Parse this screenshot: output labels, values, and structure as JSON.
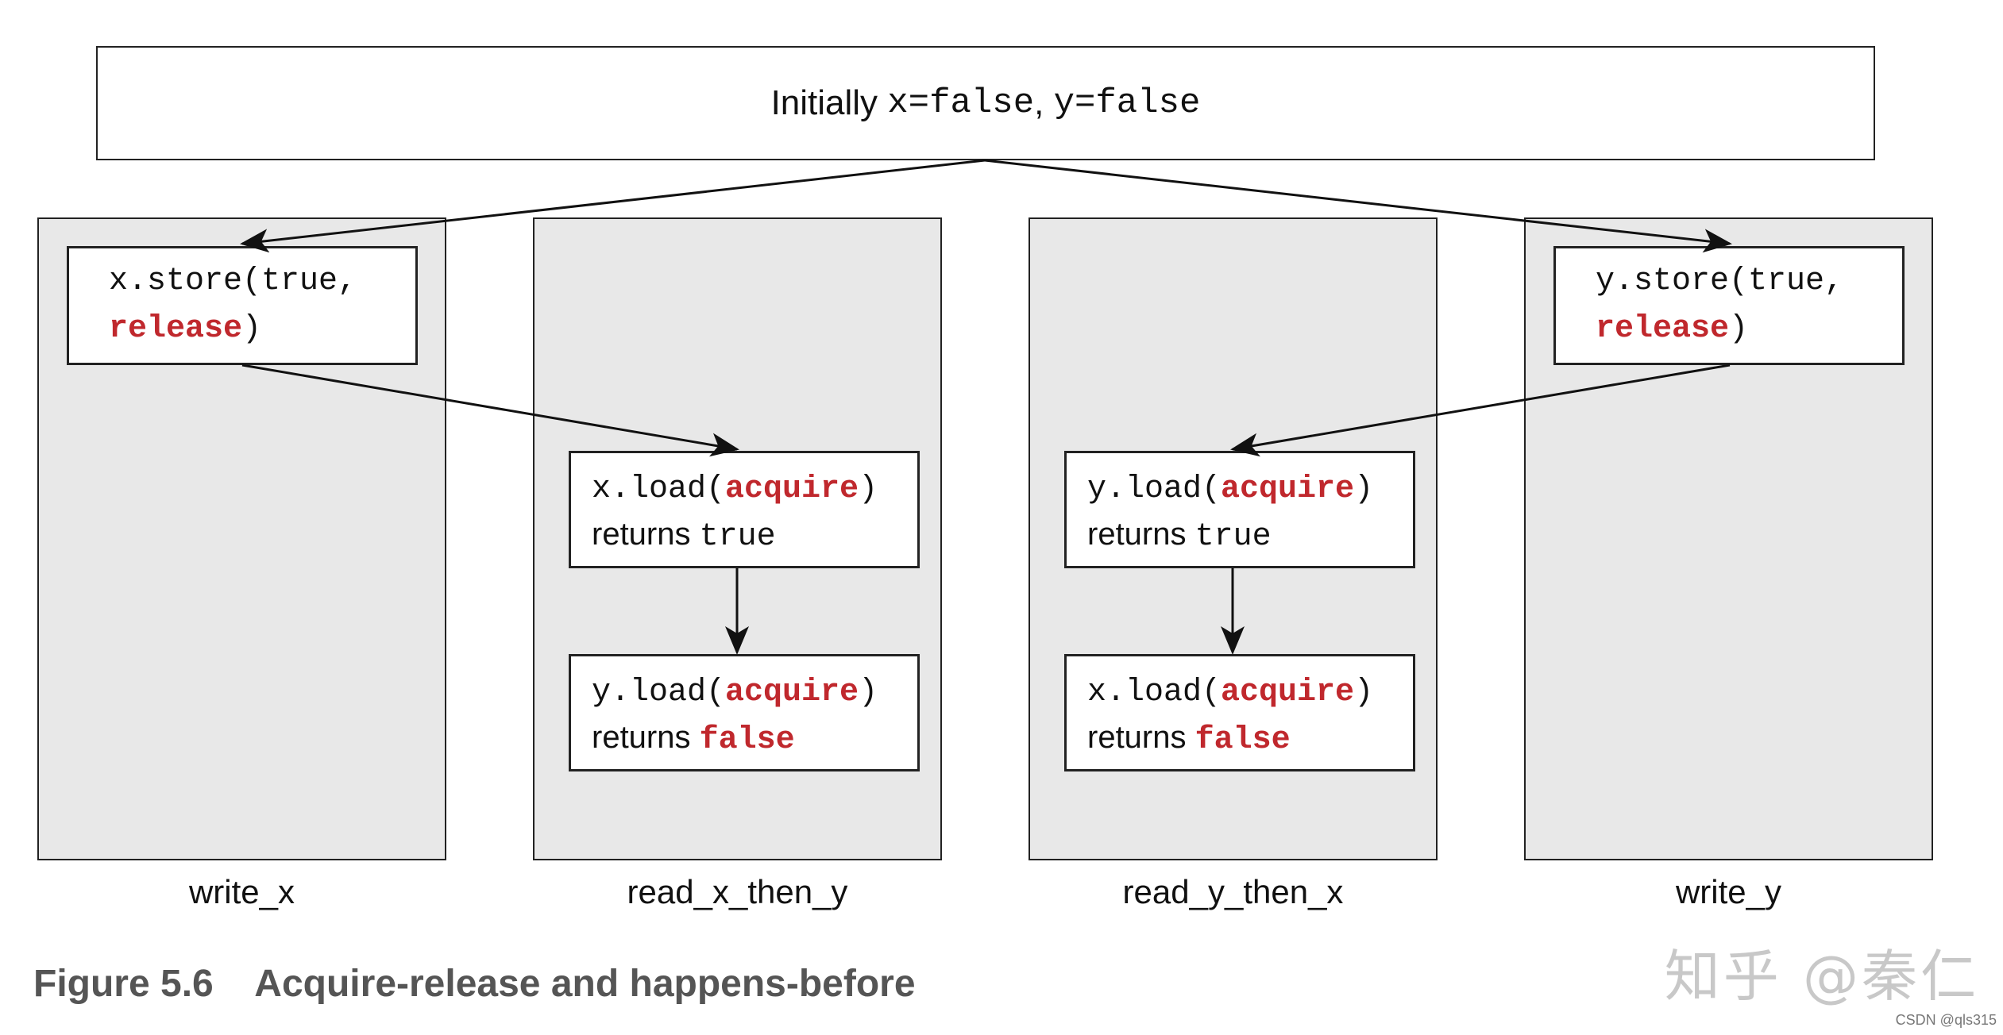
{
  "initial": {
    "prefix": "Initially ",
    "x_expr": "x=false",
    "sep": ", ",
    "y_expr": "y=false"
  },
  "threads": {
    "write_x": {
      "label": "write_x",
      "store": {
        "line1": "x.store(true,",
        "kw": "release",
        "close": ")"
      }
    },
    "read_x_then_y": {
      "label": "read_x_then_y",
      "op1": {
        "call": "x.load(",
        "kw": "acquire",
        "close": ")",
        "returns": "returns ",
        "value": "true"
      },
      "op2": {
        "call": "y.load(",
        "kw": "acquire",
        "close": ")",
        "returns": "returns ",
        "value": "false"
      }
    },
    "read_y_then_x": {
      "label": "read_y_then_x",
      "op1": {
        "call": "y.load(",
        "kw": "acquire",
        "close": ")",
        "returns": "returns ",
        "value": "true"
      },
      "op2": {
        "call": "x.load(",
        "kw": "acquire",
        "close": ")",
        "returns": "returns ",
        "value": "false"
      }
    },
    "write_y": {
      "label": "write_y",
      "store": {
        "line1": "y.store(true,",
        "kw": "release",
        "close": ")"
      }
    }
  },
  "caption": {
    "number": "Figure 5.6",
    "title": "Acquire-release and happens-before"
  },
  "watermark": "知乎 @秦仁",
  "csdn_mark": "CSDN @qls315",
  "colors": {
    "keyword": "#c0282d",
    "panel": "#e8e8e8",
    "caption": "#555555"
  }
}
